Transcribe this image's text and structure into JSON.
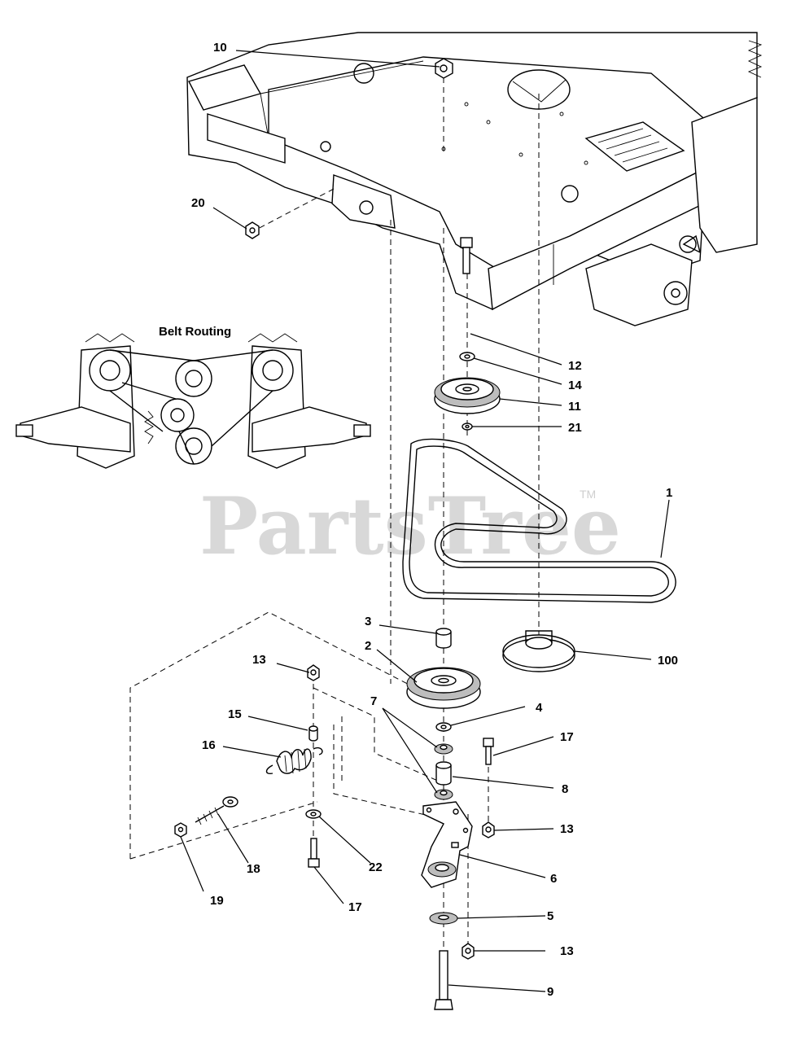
{
  "watermark": {
    "text": "PartsTree",
    "tm": "TM"
  },
  "inset": {
    "title": "Belt Routing"
  },
  "labels": [
    {
      "id": "10",
      "text": "10"
    },
    {
      "id": "20",
      "text": "20"
    },
    {
      "id": "12",
      "text": "12"
    },
    {
      "id": "14",
      "text": "14"
    },
    {
      "id": "11",
      "text": "11"
    },
    {
      "id": "21",
      "text": "21"
    },
    {
      "id": "1",
      "text": "1"
    },
    {
      "id": "3",
      "text": "3"
    },
    {
      "id": "2",
      "text": "2"
    },
    {
      "id": "100",
      "text": "100"
    },
    {
      "id": "13a",
      "text": "13"
    },
    {
      "id": "7",
      "text": "7"
    },
    {
      "id": "4",
      "text": "4"
    },
    {
      "id": "15",
      "text": "15"
    },
    {
      "id": "16",
      "text": "16"
    },
    {
      "id": "17a",
      "text": "17"
    },
    {
      "id": "8",
      "text": "8"
    },
    {
      "id": "13b",
      "text": "13"
    },
    {
      "id": "18",
      "text": "18"
    },
    {
      "id": "22",
      "text": "22"
    },
    {
      "id": "6",
      "text": "6"
    },
    {
      "id": "19",
      "text": "19"
    },
    {
      "id": "17b",
      "text": "17"
    },
    {
      "id": "5",
      "text": "5"
    },
    {
      "id": "13c",
      "text": "13"
    },
    {
      "id": "9",
      "text": "9"
    }
  ]
}
